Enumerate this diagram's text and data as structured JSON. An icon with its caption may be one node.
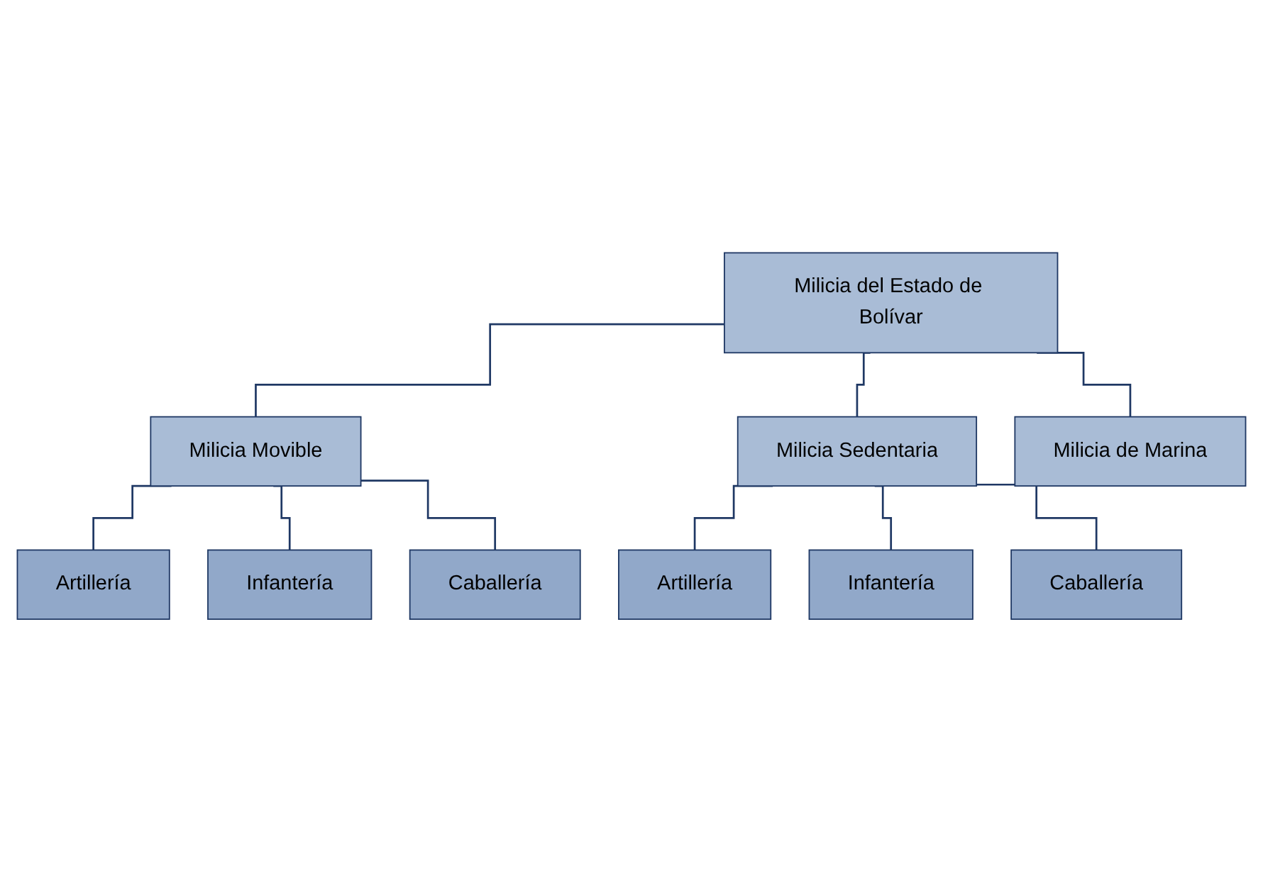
{
  "diagram": {
    "nodes": [
      {
        "text": [
          "Milicia del Estado de Bolívar"
        ]
      },
      {
        "text": [
          "Milicia Movible"
        ]
      },
      {
        "text": [
          "Milicia Sedentaria"
        ]
      },
      {
        "text": [
          "Milicia de Marina"
        ]
      },
      {
        "text": [
          "Artillería"
        ]
      },
      {
        "text": [
          "Infantería"
        ]
      },
      {
        "text": [
          "Caballería"
        ]
      },
      {
        "text": [
          "Artillería"
        ]
      },
      {
        "text": [
          "Infantería"
        ]
      },
      {
        "text": [
          "Caballería"
        ]
      }
    ],
    "edges": [
      {
        "from": 0,
        "to": 1,
        "arrow": "none"
      },
      {
        "from": 0,
        "to": 2,
        "arrow": "none"
      },
      {
        "from": 0,
        "to": 3,
        "arrow": "none"
      },
      {
        "from": 1,
        "to": 4,
        "arrow": "none"
      },
      {
        "from": 1,
        "to": 5,
        "arrow": "none"
      },
      {
        "from": 1,
        "to": 6,
        "arrow": "none"
      },
      {
        "from": 2,
        "to": 7,
        "arrow": "none"
      },
      {
        "from": 2,
        "to": 8,
        "arrow": "none"
      },
      {
        "from": 2,
        "to": 9,
        "arrow": "none"
      }
    ]
  }
}
